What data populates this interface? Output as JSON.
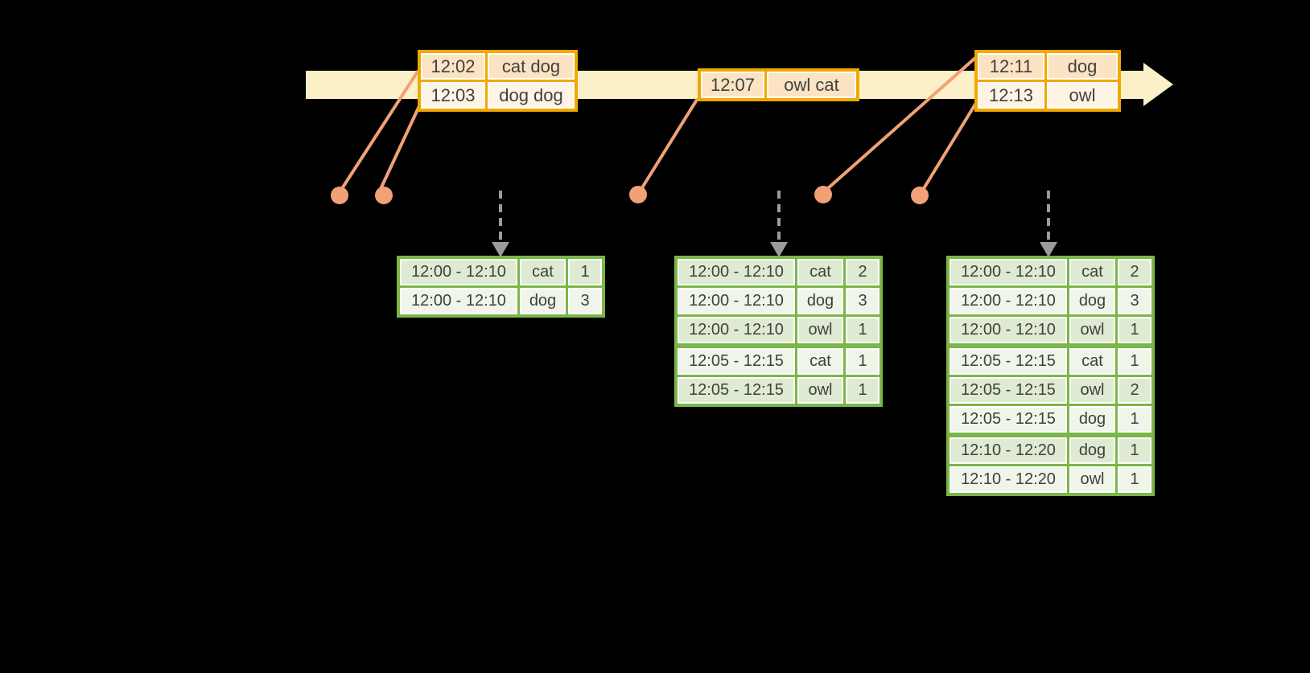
{
  "colors": {
    "background": "#000000",
    "timeline": "#fcf0c8",
    "event_table_border": "#f0a800",
    "event_row_peach": "#fbe3c3",
    "event_row_cream": "#fdf4e4",
    "marker": "#f0a276",
    "trigger_arrow": "#9b9b9b",
    "result_table_border": "#7ab648",
    "result_row_sage": "#dfead2",
    "result_row_pale": "#eff5e9",
    "table_text": "#404040"
  },
  "event_tables": [
    {
      "rows": [
        {
          "time": "12:02",
          "words": "cat dog"
        },
        {
          "time": "12:03",
          "words": "dog dog"
        }
      ]
    },
    {
      "rows": [
        {
          "time": "12:07",
          "words": "owl cat"
        }
      ]
    },
    {
      "rows": [
        {
          "time": "12:11",
          "words": "dog"
        },
        {
          "time": "12:13",
          "words": "owl"
        }
      ]
    }
  ],
  "result_tables": [
    {
      "rows": [
        {
          "window": "12:00 - 12:10",
          "word": "cat",
          "count": "1"
        },
        {
          "window": "12:00 - 12:10",
          "word": "dog",
          "count": "3"
        }
      ]
    },
    {
      "rows": [
        {
          "window": "12:00 - 12:10",
          "word": "cat",
          "count": "2"
        },
        {
          "window": "12:00 - 12:10",
          "word": "dog",
          "count": "3"
        },
        {
          "window": "12:00 - 12:10",
          "word": "owl",
          "count": "1"
        },
        {
          "window": "12:05 - 12:15",
          "word": "cat",
          "count": "1"
        },
        {
          "window": "12:05 - 12:15",
          "word": "owl",
          "count": "1"
        }
      ]
    },
    {
      "rows": [
        {
          "window": "12:00 - 12:10",
          "word": "cat",
          "count": "2"
        },
        {
          "window": "12:00 - 12:10",
          "word": "dog",
          "count": "3"
        },
        {
          "window": "12:00 - 12:10",
          "word": "owl",
          "count": "1"
        },
        {
          "window": "12:05 - 12:15",
          "word": "cat",
          "count": "1"
        },
        {
          "window": "12:05 - 12:15",
          "word": "owl",
          "count": "2"
        },
        {
          "window": "12:05 - 12:15",
          "word": "dog",
          "count": "1"
        },
        {
          "window": "12:10 - 12:20",
          "word": "dog",
          "count": "1"
        },
        {
          "window": "12:10 - 12:20",
          "word": "owl",
          "count": "1"
        }
      ]
    }
  ]
}
